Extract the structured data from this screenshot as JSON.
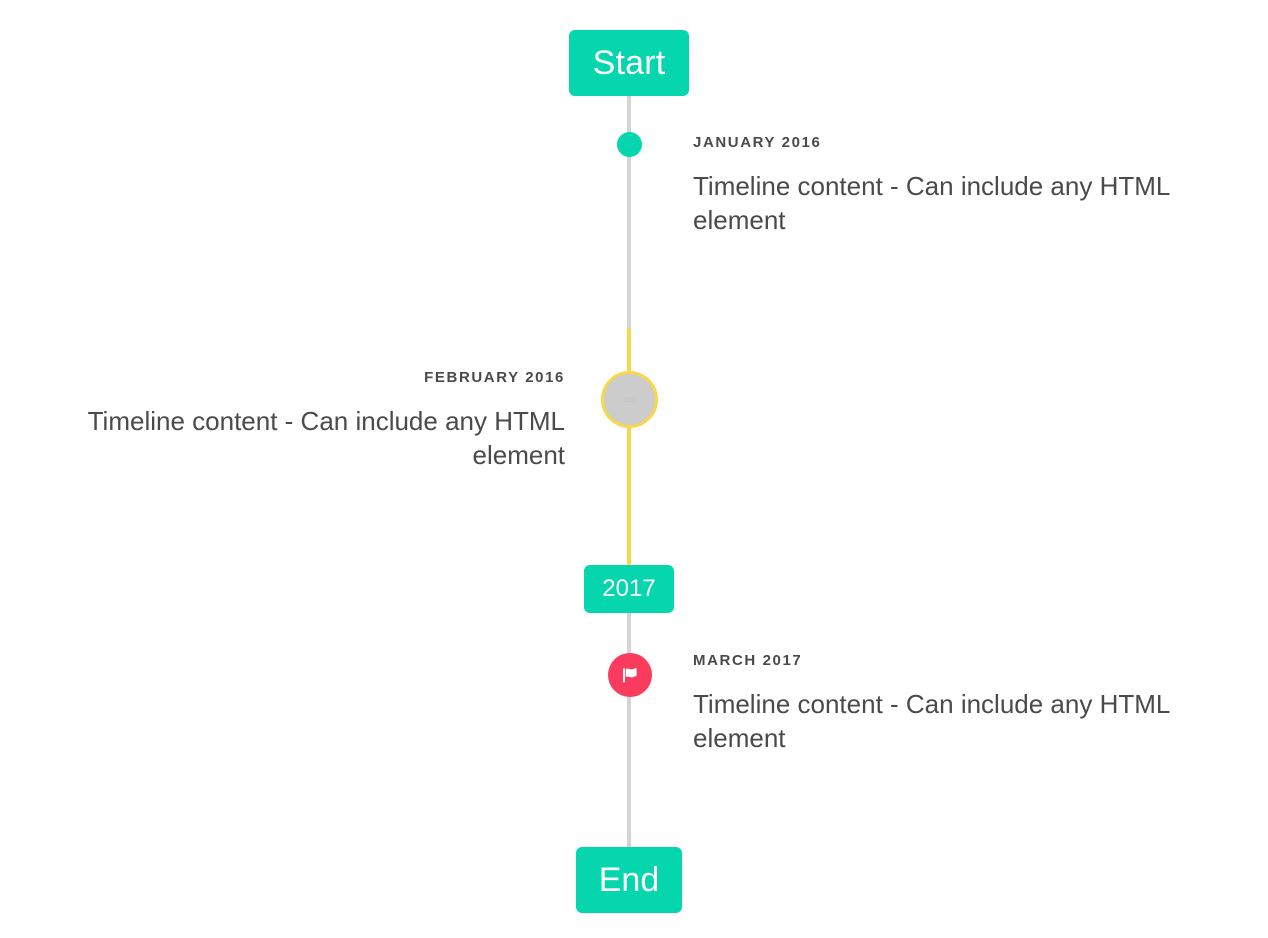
{
  "timeline": {
    "start_badge": {
      "label": "Start"
    },
    "year_badge": {
      "label": "2017"
    },
    "end_badge": {
      "label": "End"
    },
    "entries": [
      {
        "label": "JANUARY 2016",
        "body": "Timeline content - Can include any HTML element",
        "side": "right",
        "marker": "dot-icon",
        "marker_color": "#06d6ae"
      },
      {
        "label": "FEBRUARY 2016",
        "body": "Timeline content - Can include any HTML element",
        "side": "left",
        "marker": "ring-icon",
        "marker_color": "#f8d84a"
      },
      {
        "label": "MARCH 2017",
        "body": "Timeline content - Can include any HTML element",
        "side": "right",
        "marker": "flag-icon",
        "marker_color": "#fb3b5d"
      }
    ],
    "colors": {
      "accent_teal": "#06d6ae",
      "accent_yellow": "#f8d84a",
      "accent_pink": "#fb3b5d",
      "rail_gray": "#d4d4d4",
      "text": "#4a4a4a",
      "background": "#ffffff"
    }
  }
}
